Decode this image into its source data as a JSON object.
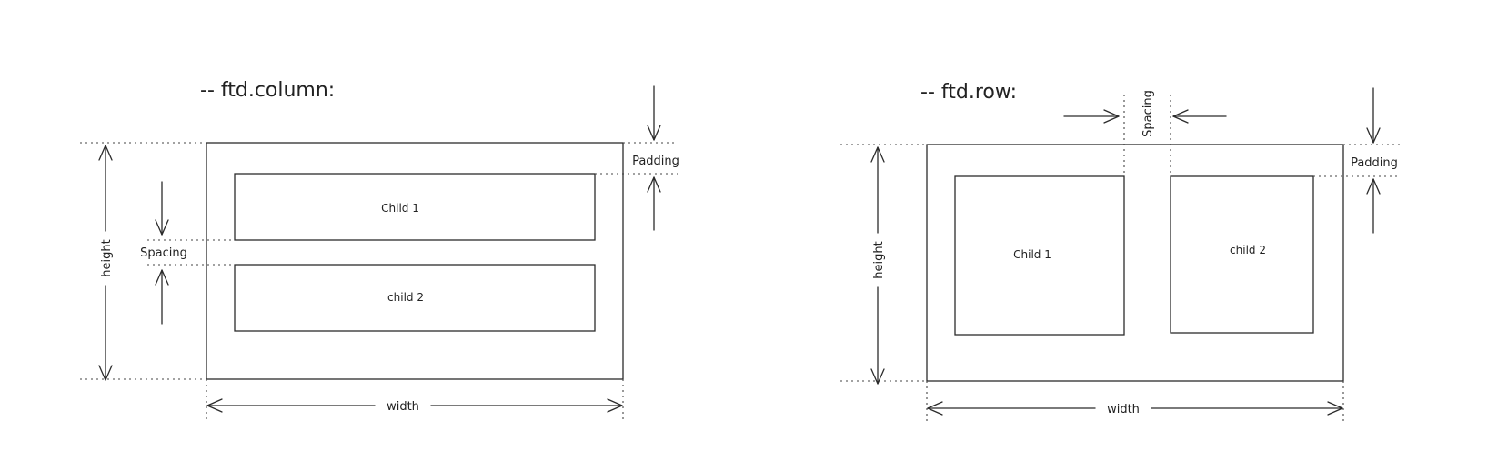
{
  "column_diagram": {
    "title": "-- ftd.column:",
    "child_1": "Child 1",
    "child_2": "child 2",
    "padding": "Padding",
    "spacing": "Spacing",
    "height": "height",
    "width": "width"
  },
  "row_diagram": {
    "title": "-- ftd.row:",
    "child_1": "Child 1",
    "child_2": "child 2",
    "padding": "Padding",
    "spacing": "Spacing",
    "height": "height",
    "width": "width"
  }
}
